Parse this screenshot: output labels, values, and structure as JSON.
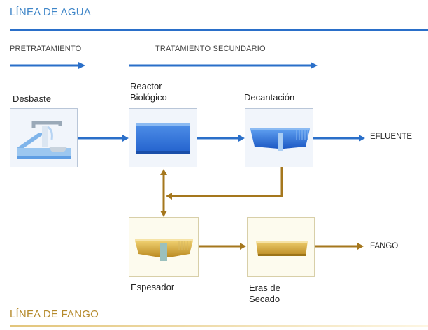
{
  "headers": {
    "water_line": "LÍNEA DE AGUA",
    "sludge_line": "LÍNEA DE FANGO"
  },
  "phases": {
    "pretreatment": "PRETRATAMIENTO",
    "secondary": "TRATAMIENTO SECUNDARIO"
  },
  "stages": {
    "desbaste": "Desbaste",
    "reactor_line1": "Reactor",
    "reactor_line2": "Biológico",
    "decantacion": "Decantación",
    "espesador": "Espesador",
    "eras_line1": "Eras de",
    "eras_line2": "Secado"
  },
  "outputs": {
    "effluent": "EFLUENTE",
    "sludge": "FANGO"
  },
  "colors": {
    "water": "#2a6fc9",
    "sludge": "#a5771d",
    "header_water": "#3f86c8",
    "header_sludge": "#b58a2c"
  }
}
